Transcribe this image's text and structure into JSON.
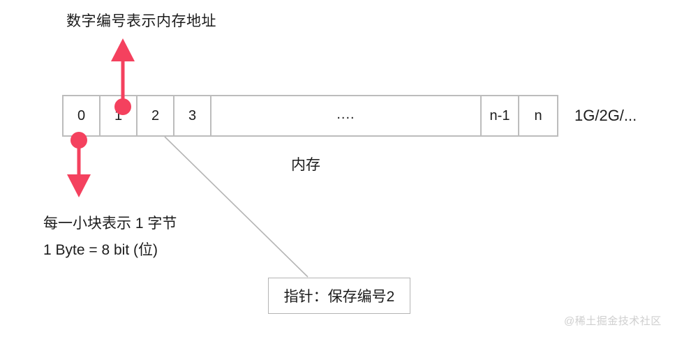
{
  "diagram": {
    "title_annotation": "数字编号表示内存地址",
    "capacity_label": "1G/2G/...",
    "memory_caption": "内存",
    "notes": [
      "每一小块表示 1 字节",
      "1 Byte = 8 bit (位)"
    ],
    "pointer_box_label": "指针：保存编号2",
    "watermark": "@稀土掘金技术社区",
    "memory_cells": [
      {
        "label": "0",
        "kind": "address"
      },
      {
        "label": "1",
        "kind": "address"
      },
      {
        "label": "2",
        "kind": "address"
      },
      {
        "label": "3",
        "kind": "address"
      },
      {
        "label": "....",
        "kind": "ellipsis"
      },
      {
        "label": "n-1",
        "kind": "address"
      },
      {
        "label": "n",
        "kind": "address"
      }
    ],
    "markers": {
      "address_marker_cell": "1",
      "byte_marker_cell": "0",
      "pointer_source_cell": "2"
    },
    "colors": {
      "accent_red": "#f4415e",
      "cell_border": "#bcbcbc",
      "leader_line": "#b4b4b4",
      "box_border": "#b4b4b4",
      "text": "#1c1c1c",
      "watermark": "#cfcfcf",
      "background": "#ffffff"
    }
  }
}
